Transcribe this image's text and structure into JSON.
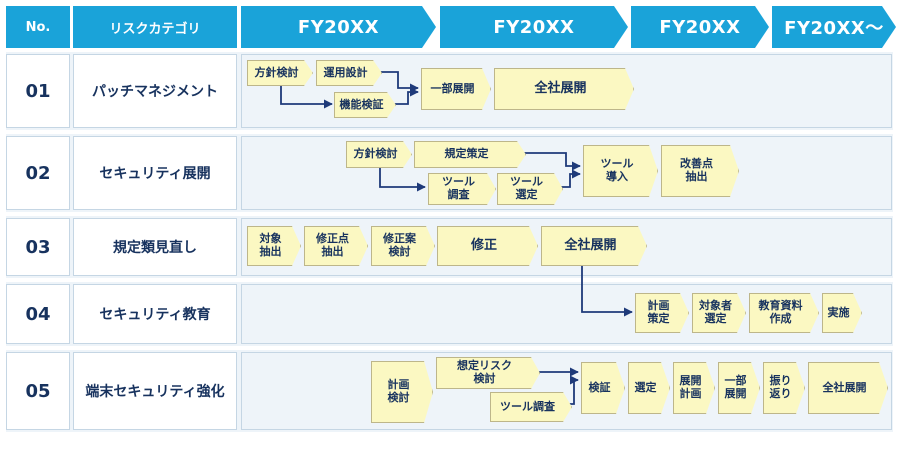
{
  "header": {
    "no": "No.",
    "category": "リスクカテゴリ",
    "periods": [
      "FY20XX",
      "FY20XX",
      "FY20XX",
      "FY20XX～"
    ]
  },
  "rows": [
    {
      "no": "01",
      "category": "パッチマネジメント",
      "tasks": [
        "方針検討",
        "運用設計",
        "機能検証",
        "一部展開",
        "全社展開"
      ]
    },
    {
      "no": "02",
      "category": "セキュリティ展開",
      "tasks": [
        "方針検討",
        "規定策定",
        "ツール\n調査",
        "ツール\n選定",
        "ツール\n導入",
        "改善点\n抽出"
      ]
    },
    {
      "no": "03",
      "category": "規定類見直し",
      "tasks": [
        "対象\n抽出",
        "修正点\n抽出",
        "修正案\n検討",
        "修正",
        "全社展開"
      ]
    },
    {
      "no": "04",
      "category": "セキュリティ教育",
      "tasks": [
        "計画\n策定",
        "対象者\n選定",
        "教育資料\n作成",
        "実施"
      ]
    },
    {
      "no": "05",
      "category": "端末セキュリティ強化",
      "tasks": [
        "計画\n検討",
        "想定リスク\n検討",
        "ツール調査",
        "検証",
        "選定",
        "展開\n計画",
        "一部\n展開",
        "振り\n返り",
        "全社展開"
      ]
    }
  ],
  "colors": {
    "header": "#1aa3d9",
    "task_fill": "#fbf8c2",
    "arrow": "#1e3a7a",
    "text": "#17325e"
  }
}
